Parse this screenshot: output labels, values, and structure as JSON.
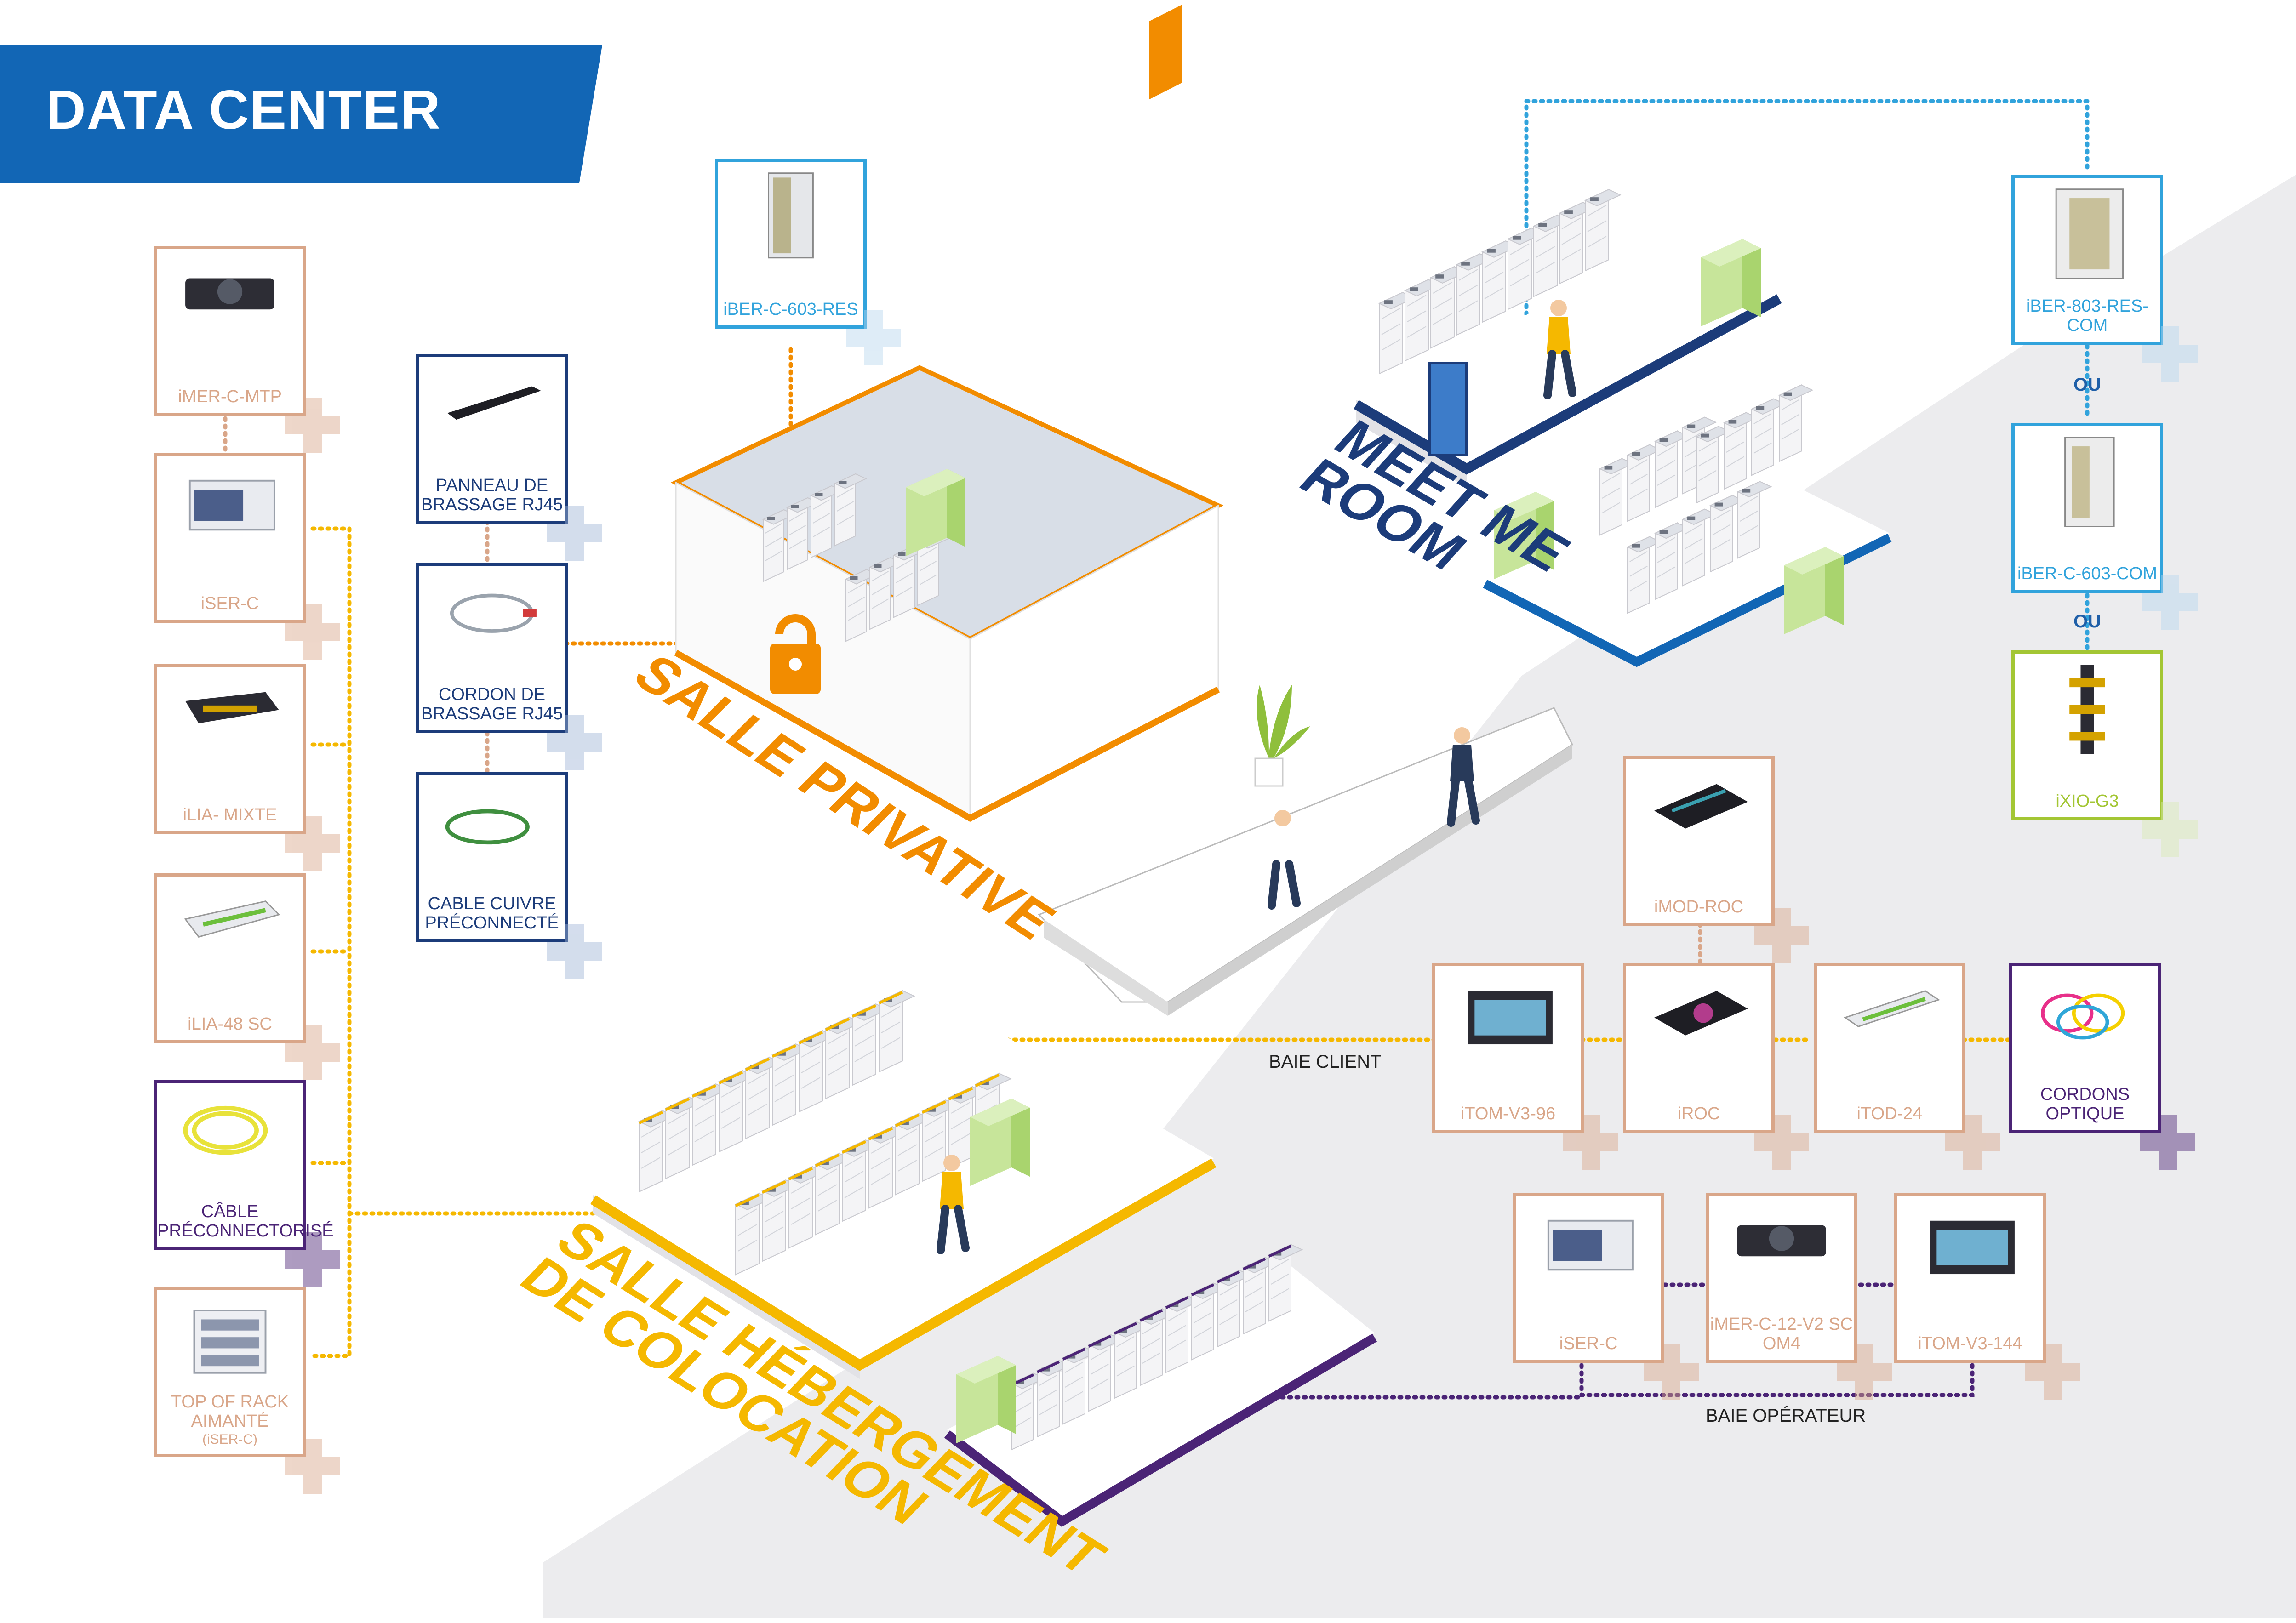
{
  "header": {
    "title": "DATA CENTER"
  },
  "colors": {
    "blue": "#1266b5",
    "orange": "#f28c00",
    "yellow": "#f5b800",
    "tan": "#d9a689",
    "navy": "#1c3c7a",
    "purple": "#4b2476",
    "green": "#a3c634",
    "light_blue": "#31a3dc",
    "floor_gray": "#ececee"
  },
  "rooms": {
    "salle_privative": "SALLE PRIVATIVE",
    "meet_me_room": [
      "MEET ME",
      "ROOM"
    ],
    "salle_hebergement": [
      "SALLE HÉBERGEMENT",
      "DE COLOCATION"
    ]
  },
  "left_column": [
    {
      "label": "iMER-C-MTP",
      "icon": "cassette-icon"
    },
    {
      "label": "iSER-C",
      "icon": "patch-drawer-icon"
    },
    {
      "label": "iLIA- MIXTE",
      "icon": "sliding-drawer-icon"
    },
    {
      "label": "iLIA-48 SC",
      "icon": "sc-panel-icon"
    },
    {
      "label": "CÂBLE PRÉCONNECTORISÉ",
      "icon": "cable-coil-icon"
    },
    {
      "label": "TOP OF RACK AIMANTÉ",
      "sublabel": "(iSER-C)",
      "icon": "top-of-rack-icon"
    }
  ],
  "copper_column": [
    {
      "label": "PANNEAU DE BRASSAGE RJ45",
      "icon": "rj45-panel-icon"
    },
    {
      "label": "CORDON DE BRASSAGE RJ45",
      "icon": "patch-cord-icon"
    },
    {
      "label": "CABLE CUIVRE PRÉCONNECTÉ",
      "icon": "copper-cable-icon"
    }
  ],
  "top_card": {
    "label": "iBER-C-603-RES",
    "icon": "rack-cabinet-icon"
  },
  "right_column": [
    {
      "label": "iBER-803-RES-COM",
      "icon": "large-cabinet-icon"
    },
    {
      "label": "iBER-C-603-COM",
      "icon": "cabinet-icon"
    },
    {
      "label": "iXIO-G3",
      "icon": "vertical-frame-icon"
    }
  ],
  "ou_labels": [
    "OU",
    "OU"
  ],
  "baie_client": {
    "label": "BAIE CLIENT",
    "products": [
      {
        "label": "iMOD-ROC",
        "icon": "module-tray-icon"
      },
      {
        "label": "iTOM-V3-96",
        "icon": "tom-drawer-icon"
      },
      {
        "label": "iROC",
        "icon": "roc-tray-icon"
      },
      {
        "label": "iTOD-24",
        "icon": "tod-panel-icon"
      },
      {
        "label": "CORDONS OPTIQUE",
        "icon": "optical-cords-icon"
      }
    ]
  },
  "baie_operateur": {
    "label": "BAIE OPÉRATEUR",
    "products": [
      {
        "label": "iSER-C",
        "icon": "patch-drawer-icon"
      },
      {
        "label": "iMER-C-12-V2 SC OM4",
        "icon": "cassette-icon"
      },
      {
        "label": "iTOM-V3-144",
        "icon": "tom-drawer-icon"
      }
    ]
  }
}
